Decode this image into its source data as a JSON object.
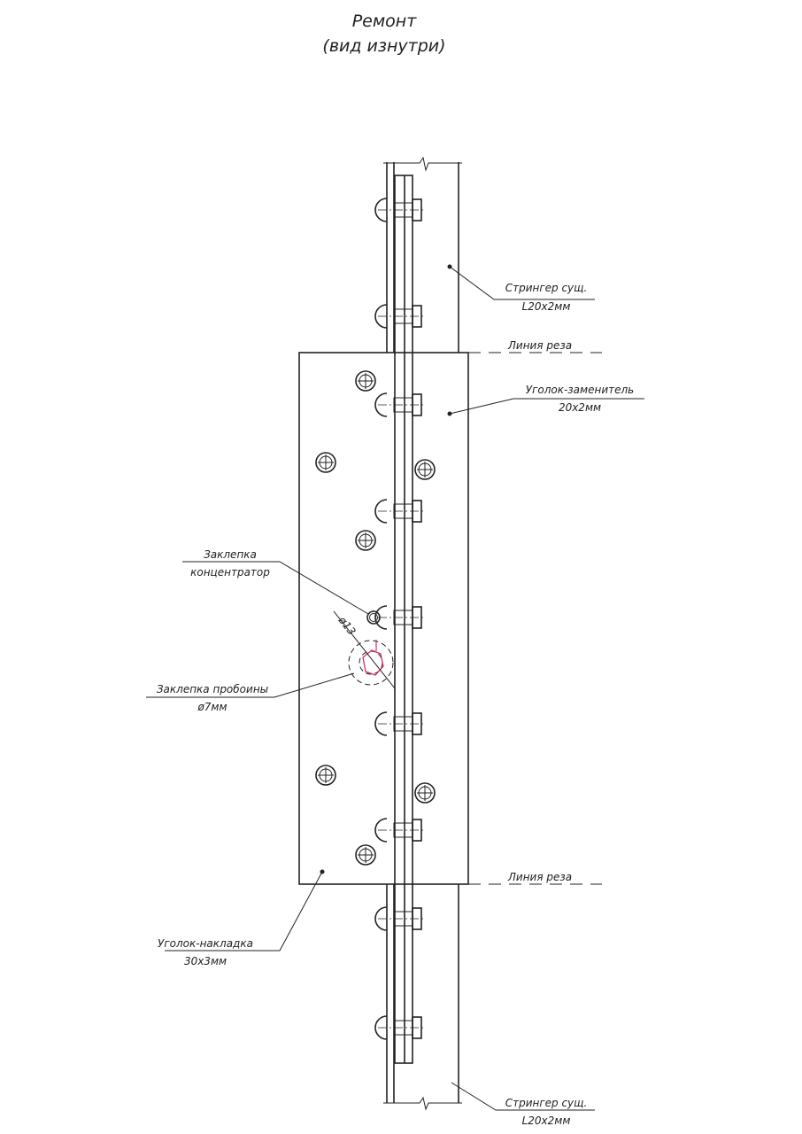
{
  "title": {
    "line1": "Ремонт",
    "line2": "(вид изнутри)"
  },
  "callouts": {
    "stringer_top": {
      "line1": "Стрингер сущ.",
      "line2": "L20x2мм"
    },
    "cut_line_top": "Линия реза",
    "replacement_angle": {
      "line1": "Уголок-заменитель",
      "line2": "20x2мм"
    },
    "concentrator_rivet": {
      "line1": "Заклепка",
      "line2": "концентратор"
    },
    "diameter_dim": "ø13",
    "hole_rivet": {
      "line1": "Заклепка пробоины",
      "line2": "ø7мм"
    },
    "cut_line_bottom": "Линия реза",
    "overlay_angle": {
      "line1": "Уголок-накладка",
      "line2": "30x3мм"
    },
    "stringer_bottom": {
      "line1": "Стрингер сущ.",
      "line2": "L20x2мм"
    }
  },
  "colors": {
    "damage": "#d0306a",
    "line": "#222222"
  }
}
